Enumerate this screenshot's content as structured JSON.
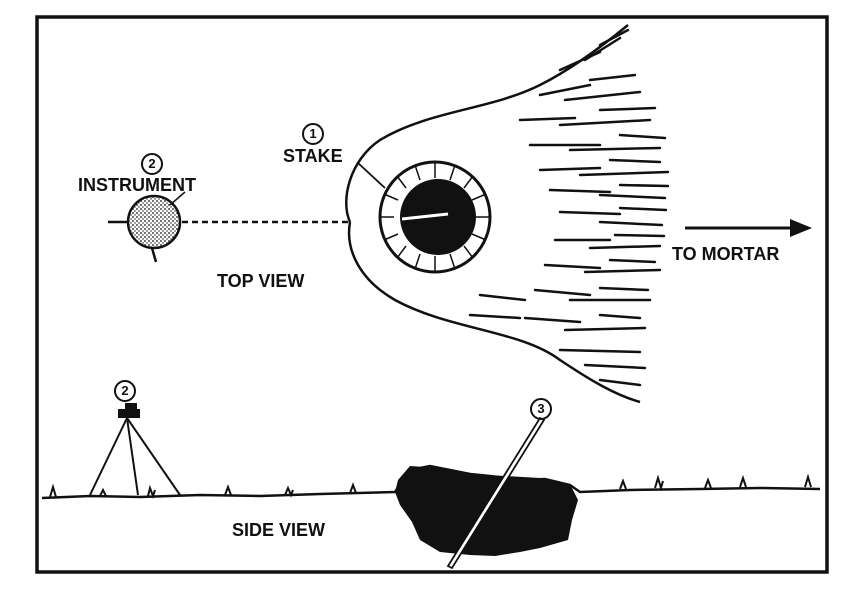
{
  "labels": {
    "stake": "STAKE",
    "instrument": "INSTRUMENT",
    "top_view": "TOP VIEW",
    "to_mortar": "TO MORTAR",
    "side_view": "SIDE VIEW"
  },
  "markers": {
    "stake_num": "1",
    "instrument_num": "2",
    "tripod_num": "2",
    "pole_num": "3"
  },
  "colors": {
    "ink": "#111111",
    "paper": "#ffffff"
  }
}
